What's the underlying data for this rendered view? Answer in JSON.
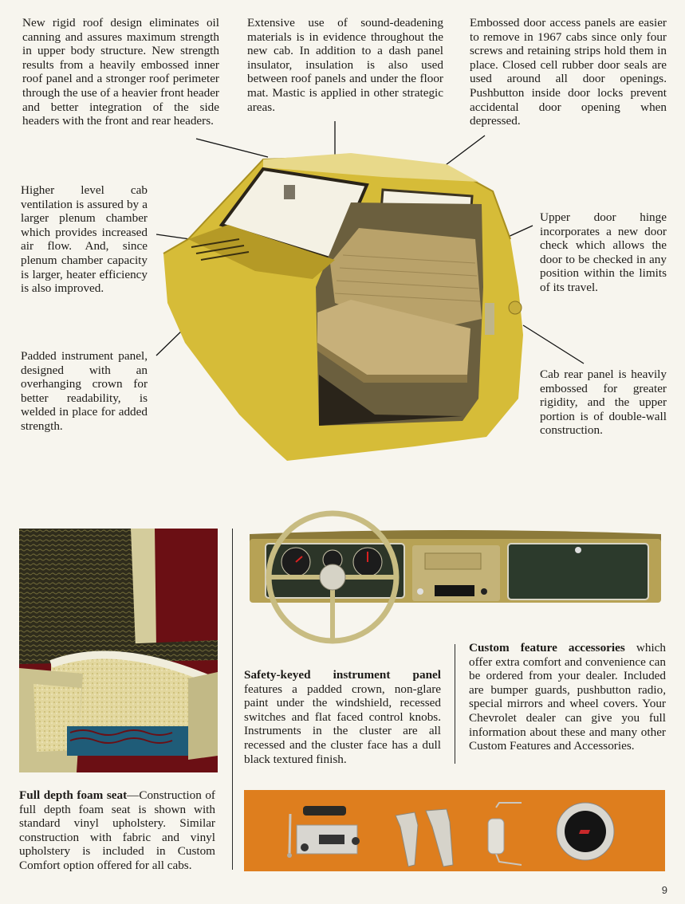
{
  "page": {
    "number": "9",
    "background_color": "#f7f5ee",
    "accent_orange": "#de7e1e",
    "cab_yellow": "#d8bd3c"
  },
  "callouts": {
    "roof": "New rigid roof design eliminates oil canning and assures maximum strength in upper body structure. New strength results from a heavily embossed inner roof panel and a stronger roof perimeter through the use of a heavier front header and better integration of the side headers with the front and rear headers.",
    "sound": "Extensive use of sound-deadening materials is in evidence throughout the new cab. In addition to a dash panel insulator, insulation is also used between roof panels and under the floor mat. Mastic is applied in other strategic areas.",
    "door_panels": "Embossed door access panels are easier to remove in 1967 cabs since only four screws and retaining strips hold them in place. Closed cell rubber door seals are used around all door openings. Pushbutton inside door locks prevent accidental door opening when depressed.",
    "ventilation": "Higher level cab ventilation is assured by a larger plenum chamber which provides increased air flow. And, since plenum chamber capacity is larger, heater efficiency is also improved.",
    "instrument_panel": "Padded instrument panel, designed with an overhanging crown for better readability, is welded in place for added strength.",
    "door_hinge": "Upper door hinge incorporates a new door check which allows the door to be checked in any position within the limits of its travel.",
    "rear_panel": "Cab rear panel is heavily embossed for greater rigidity, and the upper portion is of double-wall construction."
  },
  "features": {
    "seat": {
      "title": "Full depth foam seat",
      "separator": "—",
      "body": "Construction of full depth foam seat is shown with standard vinyl upholstery. Similar construction with fabric and vinyl upholstery is included in Custom Comfort option offered for all cabs."
    },
    "dash": {
      "title": "Safety-keyed instrument panel",
      "body": " features a padded crown, non-glare paint under the windshield, recessed switches and flat faced control knobs. Instruments in the cluster are all recessed and the cluster face has a dull black textured finish."
    },
    "accessories": {
      "title": "Custom feature accessories",
      "body": " which offer extra comfort and convenience can be ordered from your dealer. Included are bumper guards, pushbutton radio, special mirrors and wheel covers. Your Chevrolet dealer can give you full information about these and many other Custom Features and Accessories."
    }
  },
  "images": {
    "cab": "Cutaway illustration of yellow 1967 Chevrolet pickup cab with bench seat",
    "seat": "Cross-section of full depth foam seat",
    "dash": "Instrument panel with steering wheel",
    "accessories": [
      "pushbutton-radio",
      "antenna",
      "bumper-guards",
      "mirror",
      "wheel-cover"
    ]
  }
}
